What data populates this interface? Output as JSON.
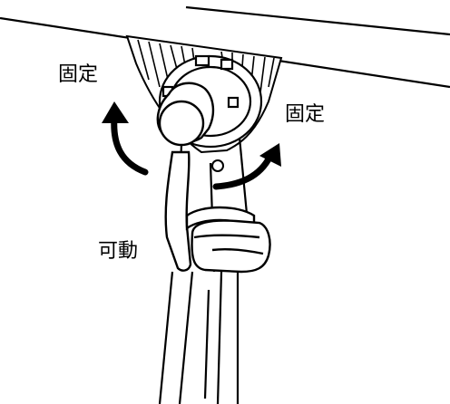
{
  "labels": {
    "fixed_left": "固定",
    "fixed_right": "固定",
    "movable": "可動"
  }
}
